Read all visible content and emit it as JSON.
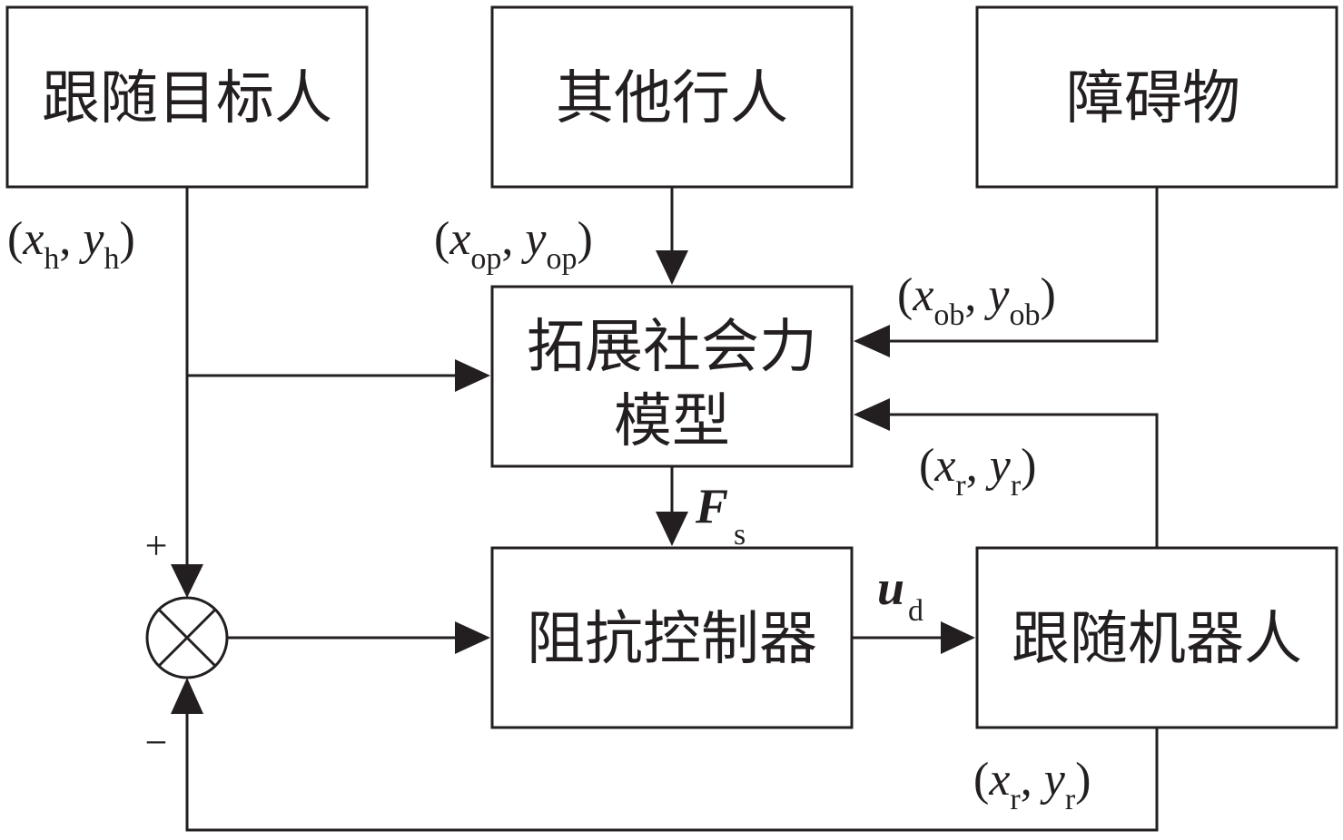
{
  "blocks": {
    "target_person": "跟随目标人",
    "other_pedestrians": "其他行人",
    "obstacles": "障碍物",
    "social_force_model_line1": "拓展社会力",
    "social_force_model_line2": "模型",
    "impedance_controller": "阻抗控制器",
    "follower_robot": "跟随机器人"
  },
  "signals": {
    "target_pos": {
      "x": "x",
      "x_sub": "h",
      "y": "y",
      "y_sub": "h"
    },
    "other_pos": {
      "x": "x",
      "x_sub": "op",
      "y": "y",
      "y_sub": "op"
    },
    "obstacle_pos": {
      "x": "x",
      "x_sub": "ob",
      "y": "y",
      "y_sub": "ob"
    },
    "robot_pos_feedback": {
      "x": "x",
      "x_sub": "r",
      "y": "y",
      "y_sub": "r"
    },
    "robot_pos_output": {
      "x": "x",
      "x_sub": "r",
      "y": "y",
      "y_sub": "r"
    },
    "social_force": {
      "symbol": "F",
      "sub": "s"
    },
    "control_input": {
      "symbol": "u",
      "sub": "d"
    }
  },
  "summing_junction": {
    "plus": "+",
    "minus": "−"
  }
}
